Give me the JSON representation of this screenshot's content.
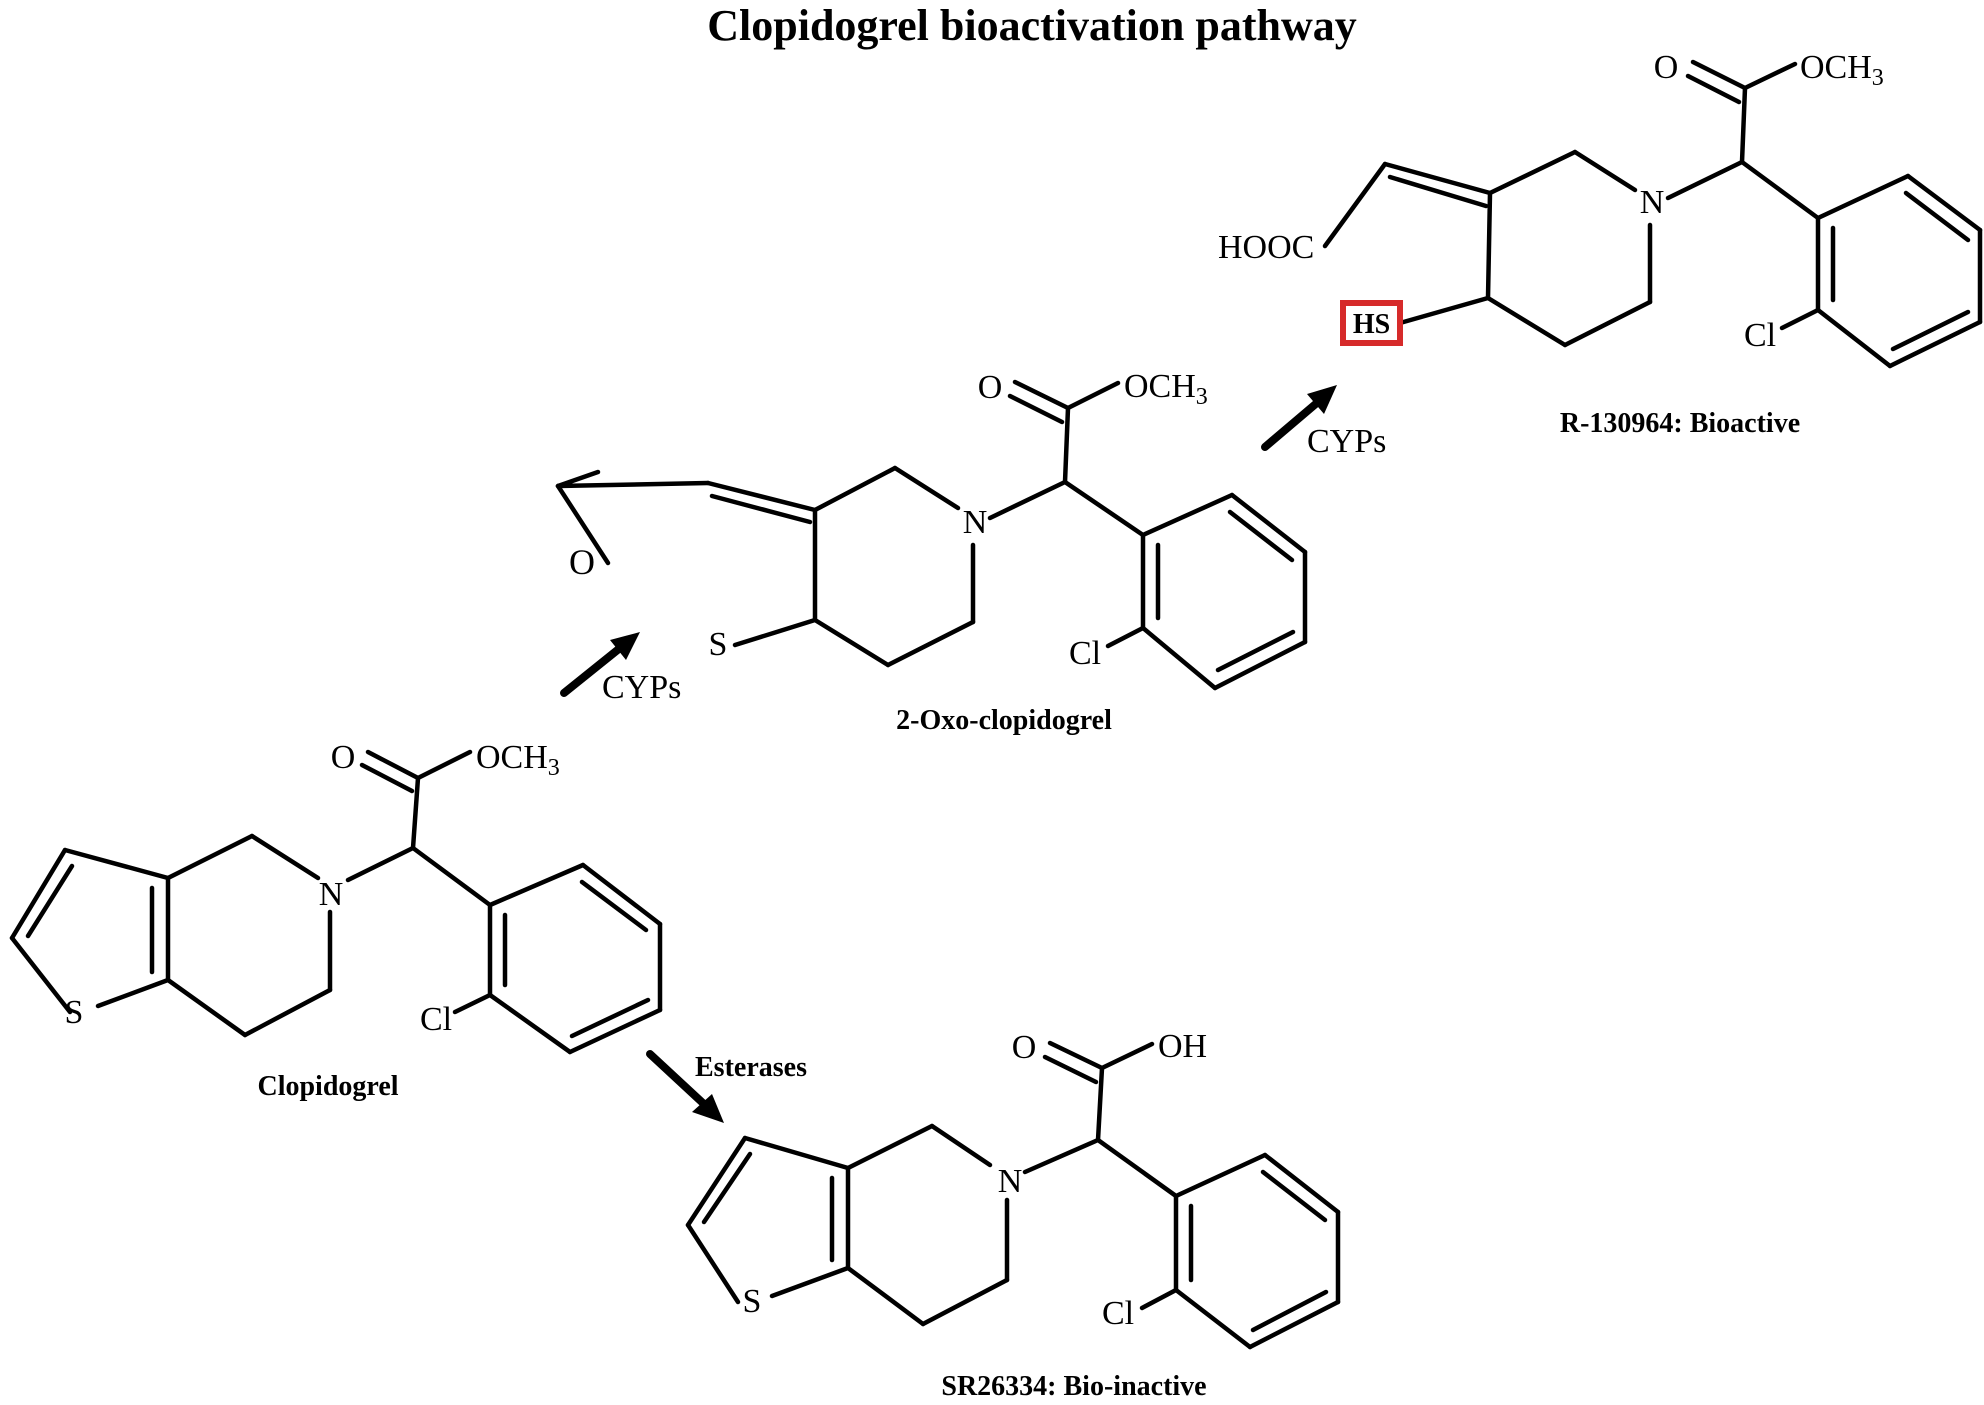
{
  "title": "Clopidogrel bioactivation pathway",
  "compounds": {
    "clopidogrel": {
      "name": "Clopidogrel"
    },
    "oxo": {
      "name": "2-Oxo-clopidogrel"
    },
    "active": {
      "name": "R-130964: Bioactive"
    },
    "inactive": {
      "name": "SR26334: Bio-inactive"
    }
  },
  "arrows": {
    "cyp1": "CYPs",
    "cyp2": "CYPs",
    "esterases": "Esterases"
  },
  "atoms": {
    "s": "S",
    "n": "N",
    "o": "O",
    "cl": "Cl",
    "och3_main": "OCH",
    "och3_sub": "3",
    "oh": "OH",
    "hooc": "HOOC",
    "hs": "HS"
  },
  "colors": {
    "highlight_box": "#d62a2a",
    "ink": "#000000"
  }
}
